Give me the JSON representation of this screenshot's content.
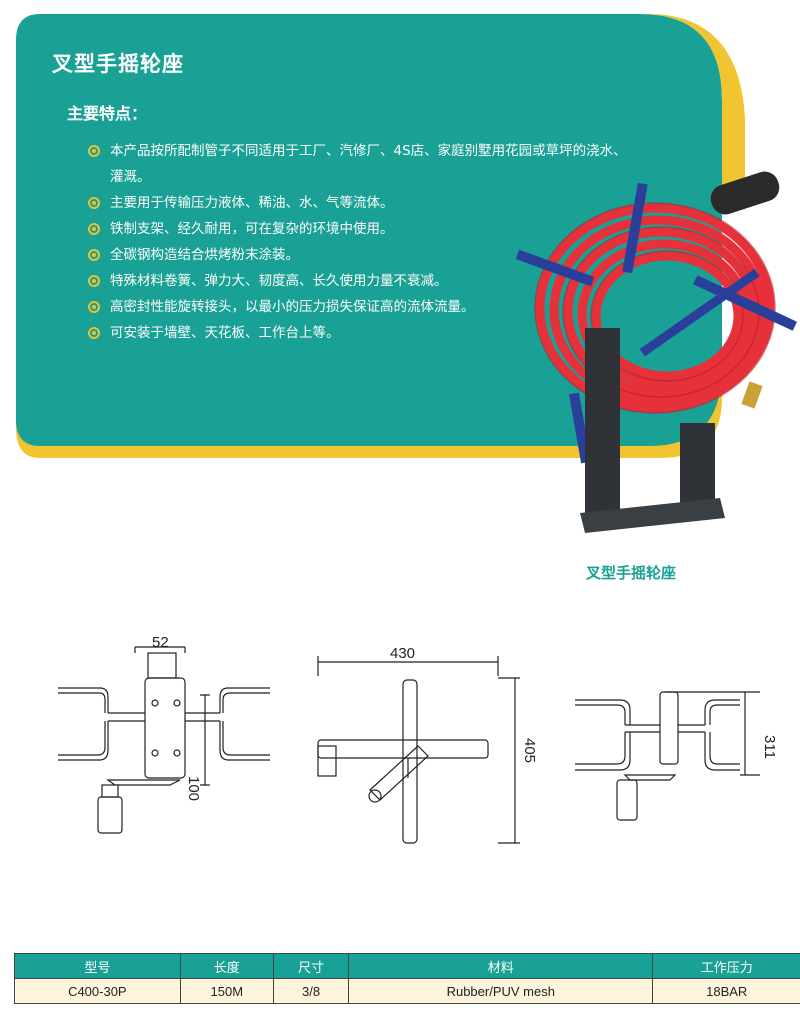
{
  "title": "叉型手摇轮座",
  "features_heading": "主要特点：",
  "features": [
    "本产品按所配制管子不同适用于工厂、汽修厂、4S店、家庭别墅用花园或草坪的浇水、灌溉。",
    "主要用于传输压力液体、稀油、水、气等流体。",
    "铁制支架、经久耐用，可在复杂的环境中使用。",
    "全碳钢构造结合烘烤粉末涂装。",
    "特殊材料卷簧、弹力大、韧度高、长久使用力量不衰减。",
    "高密封性能旋转接头，以最小的压力损失保证高的流体流量。",
    "可安装于墙壁、天花板、工作台上等。"
  ],
  "caption": "叉型手摇轮座",
  "dimensions": {
    "front_width": "52",
    "front_height": "100",
    "side_width": "430",
    "side_height": "405",
    "top_height": "311"
  },
  "table": {
    "headers": [
      "型号",
      "长度",
      "尺寸",
      "材料",
      "工作压力"
    ],
    "row": [
      "C400-30P",
      "150M",
      "3/8",
      "Rubber/PUV mesh",
      "18BAR"
    ]
  },
  "colors": {
    "teal": "#1aa196",
    "yellow": "#f1c531",
    "hose_red": "#e6303a",
    "frame_blue": "#2a3f9a"
  }
}
